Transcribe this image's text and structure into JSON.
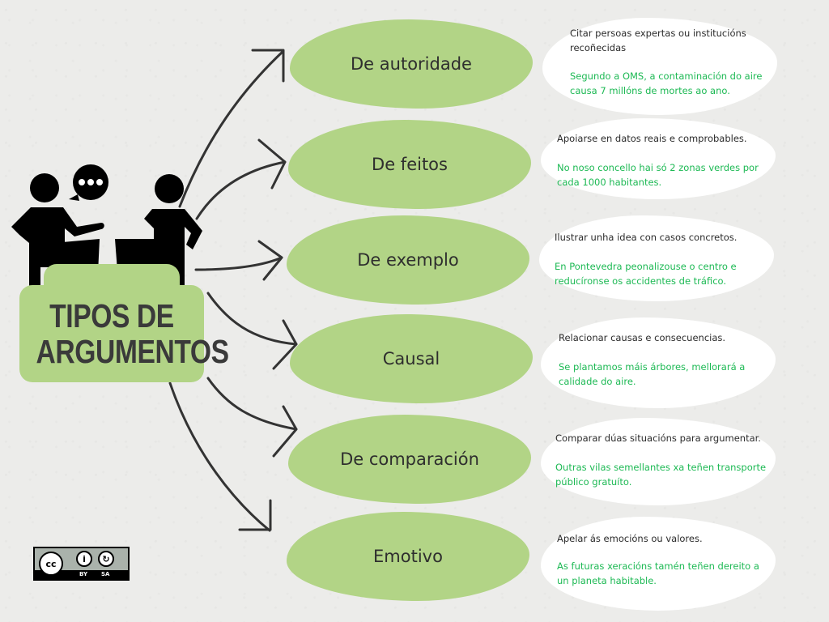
{
  "title": {
    "line1": "TIPOS DE",
    "line2": "ARGUMENTOS"
  },
  "colors": {
    "blob": "#b2d486",
    "example_text": "#1db954",
    "definition_text": "#2b2b2b",
    "background": "#ececea"
  },
  "types": [
    {
      "label": "De autoridade",
      "definition": "Citar persoas expertas ou institucións recoñecidas",
      "example": "Segundo a OMS, a contaminación do aire causa 7 millóns de mortes ao ano."
    },
    {
      "label": "De feitos",
      "definition": "Apoiarse en datos reais e comprobables.",
      "example": "No noso concello hai só 2 zonas verdes por cada 1000 habitantes."
    },
    {
      "label": "De exemplo",
      "definition": "Ilustrar unha idea con casos concretos.",
      "example": "En Pontevedra peonalizouse o centro e reducíronse os accidentes de tráfico."
    },
    {
      "label": "Causal",
      "definition": "Relacionar causas e consecuencias.",
      "example": "Se plantamos máis árbores, mellorará a calidade do aire."
    },
    {
      "label": "De comparación",
      "definition": "Comparar dúas situacións para argumentar.",
      "example": "Outras vilas semellantes xa teñen transporte público gratuíto."
    },
    {
      "label": "Emotivo",
      "definition": "Apelar ás emocións ou valores.",
      "example": "As futuras xeracións tamén teñen dereito a un planeta habitable."
    }
  ],
  "license": {
    "cc": "cc",
    "by": "BY",
    "sa": "SA"
  }
}
